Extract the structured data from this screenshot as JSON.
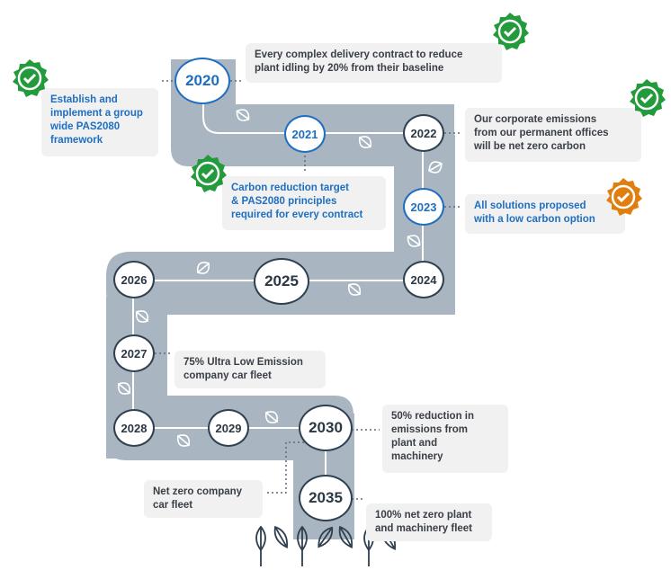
{
  "milestones": {
    "y2020": "2020",
    "y2021": "2021",
    "y2022": "2022",
    "y2023": "2023",
    "y2024": "2024",
    "y2025": "2025",
    "y2026": "2026",
    "y2027": "2027",
    "y2028": "2028",
    "y2029": "2029",
    "y2030": "2030",
    "y2035": "2035"
  },
  "callouts": {
    "c2020": "Every complex delivery contract to reduce\nplant idling by 20% from their baseline",
    "pas2080": "Establish and\nimplement a group\nwide PAS2080\nframework",
    "c2021": "Carbon reduction target\n& PAS2080 principles\nrequired for every contract",
    "c2022": "Our corporate emissions\nfrom our permanent offices\nwill be net zero carbon",
    "c2023": "All solutions proposed\nwith a low carbon option",
    "c2027": "75% Ultra Low Emission\ncompany car fleet",
    "c2030": "50% reduction in\nemissions from\nplant and\nmachinery",
    "cfleet": "Net zero company\ncar fleet",
    "c2035": "100% net zero plant\nand machinery fleet"
  },
  "colors": {
    "achieved": "#239a3b",
    "in_progress": "#e07f10",
    "highlight_text": "#1f6fc0",
    "road": "#a9b6c1"
  },
  "icons": {
    "achieved": "check-circle-icon",
    "in_progress": "check-circle-icon",
    "leaf": "leaf-icon"
  }
}
